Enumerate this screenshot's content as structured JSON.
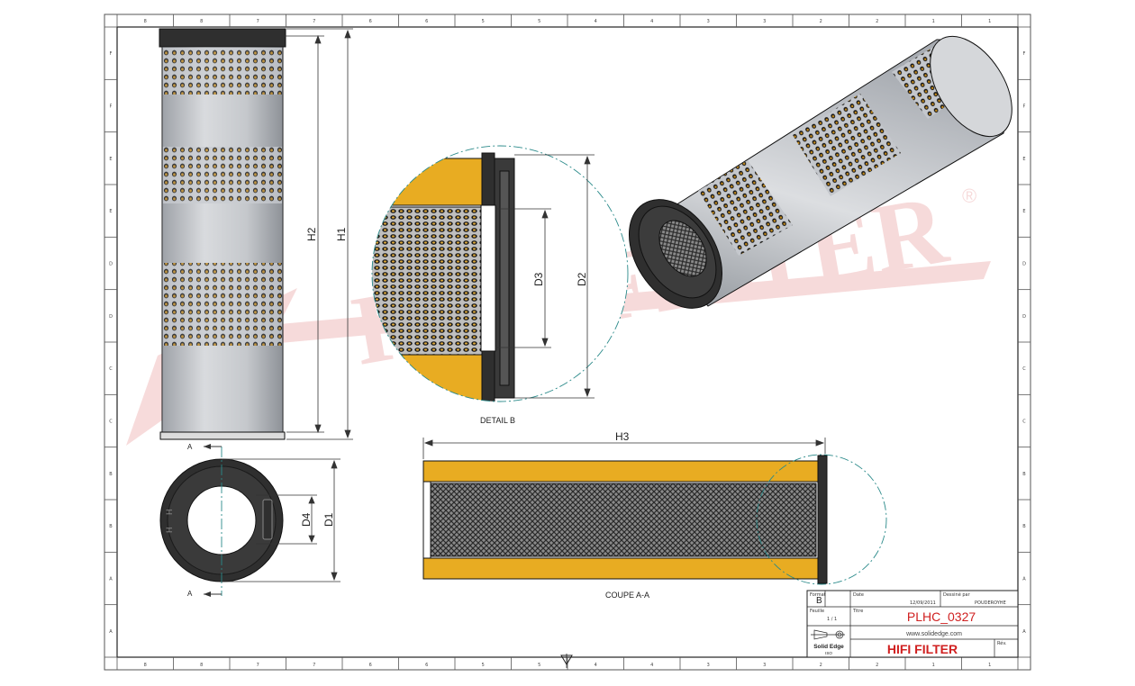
{
  "drawing": {
    "border_numbers_top": [
      "8",
      "7",
      "6",
      "5",
      "4",
      "3",
      "2",
      "1"
    ],
    "border_numbers_bottom": [
      "8",
      "7",
      "6",
      "5",
      "4",
      "3",
      "2",
      "1"
    ],
    "border_letters": [
      "F",
      "E",
      "D",
      "C",
      "B",
      "A"
    ],
    "watermark": {
      "text": "HIFI FILTER",
      "registered": "®",
      "color": "#d23a3a"
    },
    "dimensions": {
      "h1": "H1",
      "h2": "H2",
      "h3": "H3",
      "d1": "D1",
      "d2": "D2",
      "d3": "D3",
      "d4": "D4"
    },
    "section_marker": "A",
    "labels": {
      "detail": "DETAIL B",
      "section": "COUPE A-A"
    },
    "colors": {
      "filter_media": "#e8ac22",
      "end_cap": "#2f2f2f",
      "body": "#c9ccd1",
      "outline": "#111111",
      "hole": "#b7841b"
    }
  },
  "title_block": {
    "fmt_label": "Format",
    "fmt_value": "B",
    "date_label": "Date",
    "date_value": "12/09/2011",
    "drawn_label": "Dessiné par",
    "drawn_value": "POUDEROYHE",
    "sheet_label": "Feuille",
    "sheet_value": "1 / 1",
    "title_label": "Titre",
    "part_number": "PLHC_0327",
    "website": "www.solidedge.com",
    "cad_name": "Solid Edge",
    "cad_sub": "ISO",
    "company": "HIFI FILTER",
    "rev_label": "Rév.",
    "accent": "#d02020"
  }
}
